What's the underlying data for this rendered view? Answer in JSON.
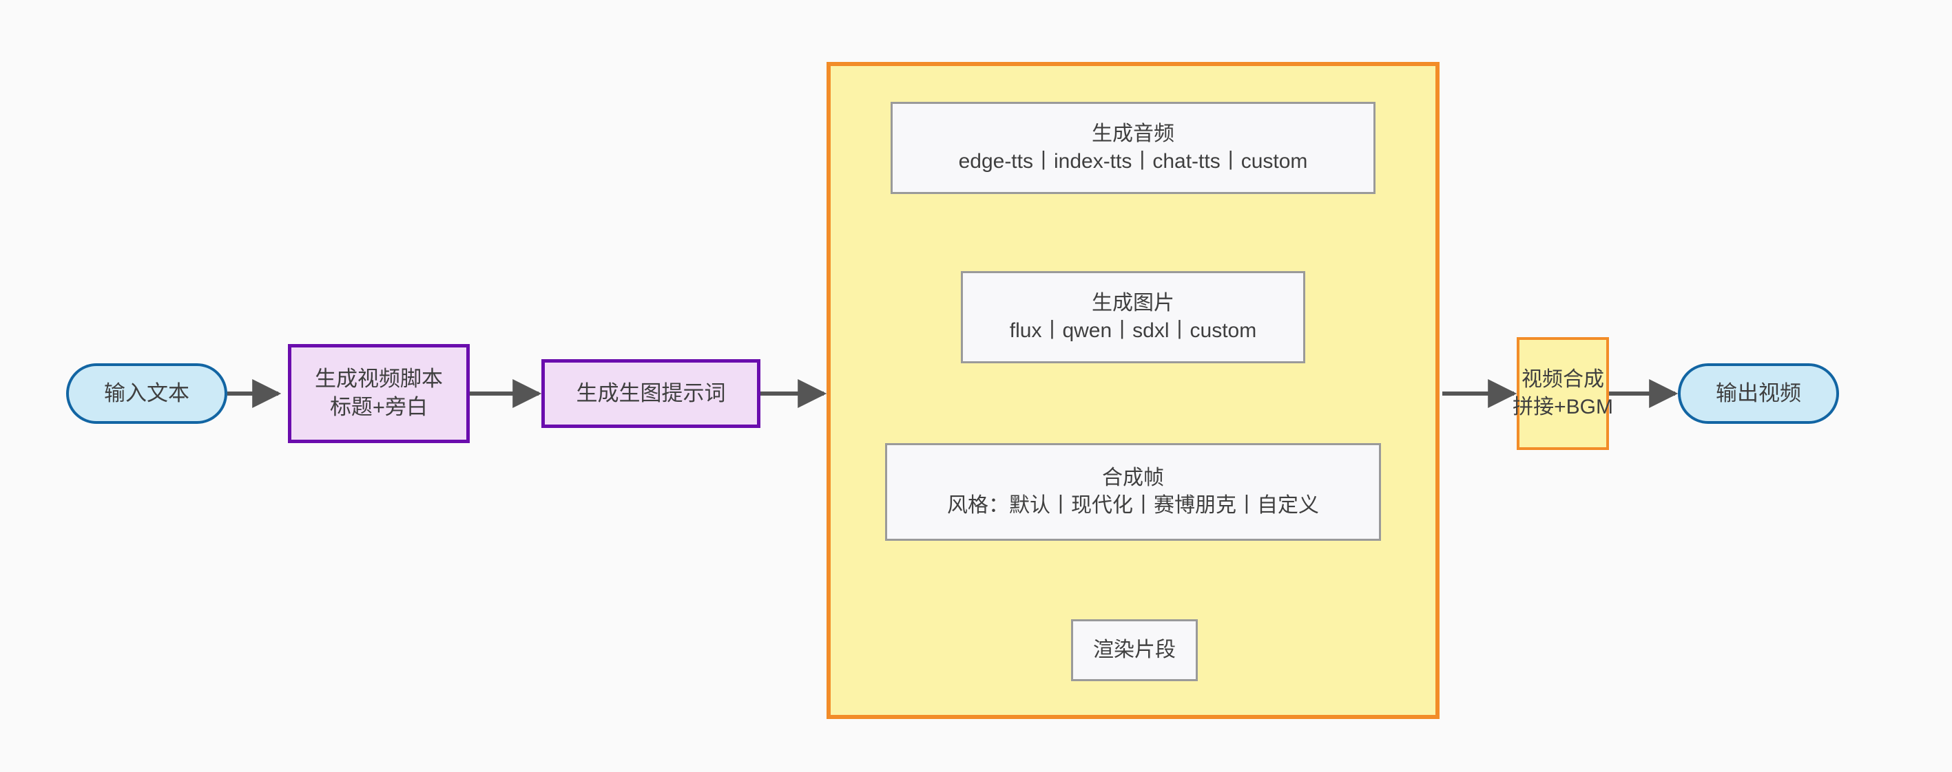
{
  "diagram": {
    "title": "视频生成流程图",
    "background_color": "#fafafa",
    "edge_color": "#555555",
    "colors": {
      "terminal_fill": "#cdeaf7",
      "terminal_stroke": "#1265a3",
      "process_fill": "#f1ddf6",
      "process_stroke": "#6a0dad",
      "highlight_fill": "#fcf3a8",
      "highlight_stroke": "#f28c28",
      "plain_fill": "#f8f8fa",
      "plain_stroke": "#9a9a9a"
    }
  },
  "nodes": {
    "input_text": {
      "label": "输入文本",
      "shape": "stadium"
    },
    "script": {
      "line1": "生成视频脚本",
      "line2": "标题+旁白",
      "shape": "rect"
    },
    "prompt": {
      "label": "生成生图提示词",
      "shape": "rect"
    },
    "audio": {
      "line1": "生成音频",
      "line2": "edge-tts丨index-tts丨chat-tts丨custom",
      "shape": "rect"
    },
    "image": {
      "line1": "生成图片",
      "line2": "flux丨qwen丨sdxl丨custom",
      "shape": "rect"
    },
    "frame": {
      "line1": "合成帧",
      "line2": "风格：默认丨现代化丨赛博朋克丨自定义",
      "shape": "rect"
    },
    "render": {
      "label": "渲染片段",
      "shape": "rect"
    },
    "compose": {
      "line1": "视频合成",
      "line2": "拼接+BGM",
      "shape": "rect"
    },
    "output_video": {
      "label": "输出视频",
      "shape": "stadium"
    }
  },
  "subgraph": {
    "label": ""
  },
  "edges": [
    {
      "from": "input_text",
      "to": "script"
    },
    {
      "from": "script",
      "to": "prompt"
    },
    {
      "from": "prompt",
      "to": "audio_group"
    },
    {
      "from": "audio",
      "to": "image"
    },
    {
      "from": "image",
      "to": "frame"
    },
    {
      "from": "frame",
      "to": "render"
    },
    {
      "from": "audio_group",
      "to": "compose"
    },
    {
      "from": "compose",
      "to": "output_video"
    }
  ]
}
